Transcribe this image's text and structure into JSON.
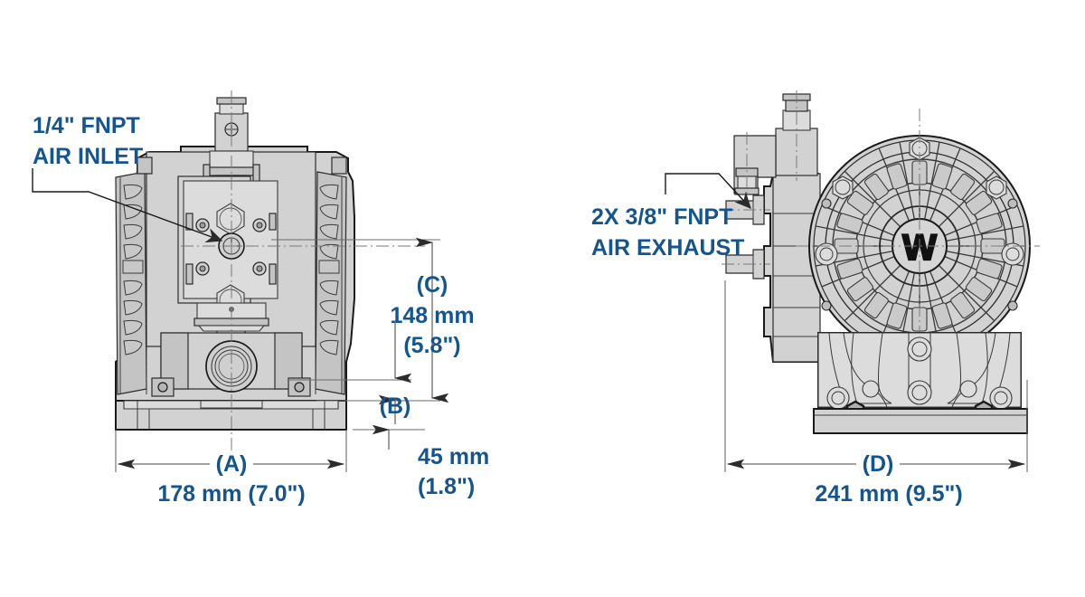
{
  "drawing": {
    "title": "Air-operated double diaphragm pump dimensional drawing",
    "accent_color": "#15558f",
    "body_color": "#d2d2d2",
    "line_color": "#1a1a1a"
  },
  "left_view": {
    "name": "front-elevation-view",
    "callout": {
      "line1": "1/4\" FNPT",
      "line2": "AIR INLET"
    },
    "dimensions": {
      "width": {
        "code": "(A)",
        "value": "178 mm (7.0\")"
      },
      "height_c": {
        "code": "(C)",
        "value_mm": "148 mm",
        "value_in": "(5.8\")"
      },
      "height_b": {
        "code": "(B)"
      },
      "base_height": {
        "value_mm": "45 mm",
        "value_in": "(1.8\")"
      }
    }
  },
  "right_view": {
    "name": "side-elevation-view",
    "callout": {
      "line1": "2X 3/8\" FNPT",
      "line2": "AIR EXHAUST"
    },
    "logo": "W",
    "dimensions": {
      "width": {
        "code": "(D)",
        "value": "241 mm (9.5\")"
      }
    }
  }
}
